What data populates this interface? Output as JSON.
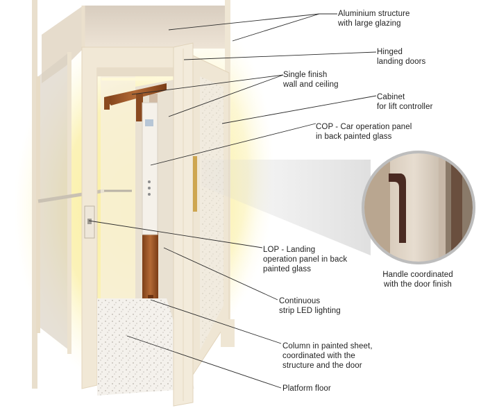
{
  "labels": {
    "aluminium_structure": [
      "Aluminium structure",
      "with large glazing"
    ],
    "hinged_doors": [
      "Hinged",
      "landing doors"
    ],
    "single_finish": [
      "Single finish",
      "wall and ceiling"
    ],
    "cabinet": [
      "Cabinet",
      "for lift controller"
    ],
    "cop": [
      "COP - Car operation panel",
      "in back painted glass"
    ],
    "lop": [
      "LOP - Landing",
      "operation panel in back",
      "painted glass"
    ],
    "led_lighting": [
      "Continuous",
      "strip LED lighting"
    ],
    "column": [
      "Column in painted sheet,",
      "coordinated with the",
      "structure and the door"
    ],
    "platform_floor": [
      "Platform floor"
    ],
    "handle": [
      "Handle coordinated",
      "with the door finish"
    ]
  },
  "colors": {
    "glow": "#f7e27a",
    "frame": "#efe6d4",
    "wood": "#9a5a2c",
    "glass": "#d9d5cd",
    "line": "#2a2a2a",
    "zoom_ring": "#bdbdbd",
    "handle": "#4a2a22"
  },
  "icons": {
    "zoom": "magnifier-detail-icon",
    "lop": "lop-panel-icon",
    "cop": "cop-panel-icon"
  }
}
